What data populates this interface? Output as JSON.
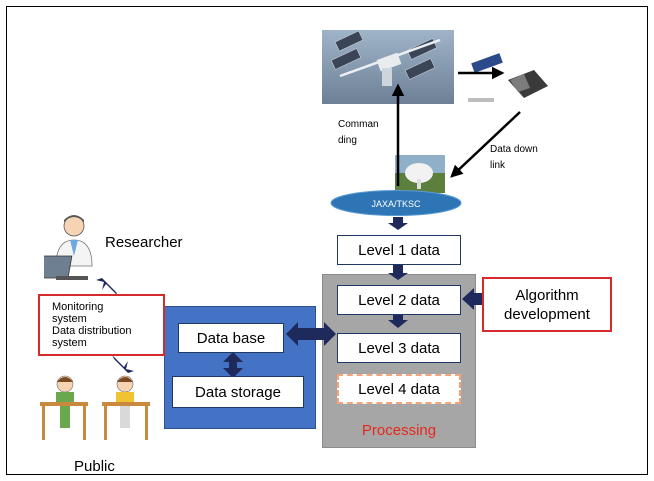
{
  "labels": {
    "commanding_line1": "Comman",
    "commanding_line2": "ding",
    "data_downlink_line1": "Data down",
    "data_downlink_line2": "link",
    "jaxa_tksc": "JAXA/TKSC",
    "level1": "Level 1 data",
    "level2": "Level 2 data",
    "level3": "Level 3 data",
    "level4": "Level 4 data",
    "processing": "Processing",
    "algorithm_line1": "Algorithm",
    "algorithm_line2": "development",
    "data_base": "Data base",
    "data_storage": "Data storage",
    "monitoring_line1": "Monitoring",
    "monitoring_line2": "system",
    "monitoring_line3": "Data distribution",
    "monitoring_line4": "system",
    "researcher": "Researcher",
    "public": "Public"
  },
  "colors": {
    "arrow_navy": "#1f2a5c",
    "highlight_red": "#d72a2a",
    "database_blue": "#4472c4",
    "processing_gray": "#a6a6a6",
    "jaxa_blue": "#2e75b6"
  }
}
